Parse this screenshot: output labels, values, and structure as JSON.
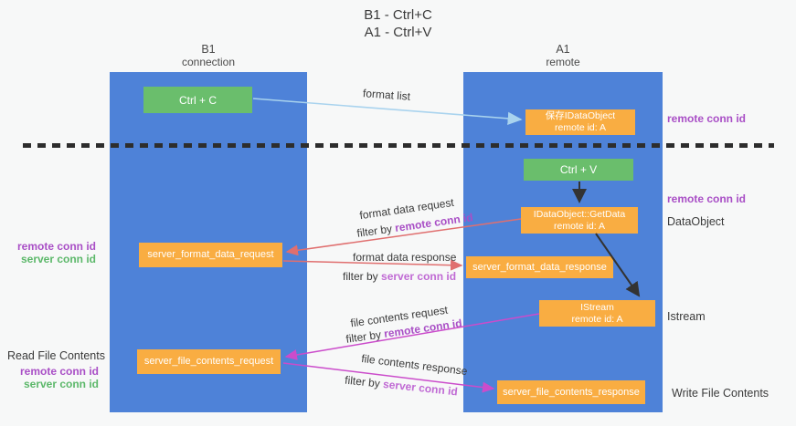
{
  "title": {
    "line1": "B1 - Ctrl+C",
    "line2": "A1 - Ctrl+V"
  },
  "columns": {
    "left": {
      "name": "B1",
      "subtitle": "connection"
    },
    "right": {
      "name": "A1",
      "subtitle": "remote"
    }
  },
  "nodes": {
    "ctrl_c": {
      "label": "Ctrl + C"
    },
    "ctrl_v": {
      "label": "Ctrl + V"
    },
    "save_dataobject": {
      "line1": "保存IDataObject",
      "line2": "remote id: A"
    },
    "getdata": {
      "line1": "IDataObject::GetData",
      "line2": "remote id: A"
    },
    "istream": {
      "line1": "IStream",
      "line2": "remote id: A"
    },
    "format_request": {
      "label": "server_format_data_request"
    },
    "format_response": {
      "label": "server_format_data_response"
    },
    "file_request": {
      "label": "server_file_contents_request"
    },
    "file_response": {
      "label": "server_file_contents_response"
    }
  },
  "flow": {
    "format_list": {
      "text": "format list"
    },
    "format_request": {
      "text": "format data request",
      "prefix": "filter by",
      "keyword": "remote conn id"
    },
    "format_response": {
      "text": "format data response",
      "prefix": "filter by",
      "keyword": "server conn id"
    },
    "file_request": {
      "text": "file contents request",
      "prefix": "filter by",
      "keyword": "remote conn id"
    },
    "file_response": {
      "text": "file contents response",
      "prefix": "filter by",
      "keyword": "server conn id"
    }
  },
  "side_labels": {
    "right_remote_top": "remote conn id",
    "right_remote_mid": "remote conn id",
    "dataobject": "DataObject",
    "istream": "Istream",
    "write_file_contents": "Write File Contents",
    "left_format_remote": "remote conn id",
    "left_format_server": "server conn id",
    "read_file_contents": "Read File Contents",
    "left_file_remote": "remote conn id",
    "left_file_server": "server conn id"
  },
  "colors": {
    "column_blue": "#4e82d8",
    "node_green": "#6abe6c",
    "node_orange": "#f9ad42",
    "label_purple": "#a94fc6",
    "label_green": "#5cb86a",
    "arrow_blue": "#a9d3ee",
    "arrow_red": "#e06f6f",
    "arrow_magenta": "#cb4ccb",
    "arrow_black": "#333333"
  }
}
